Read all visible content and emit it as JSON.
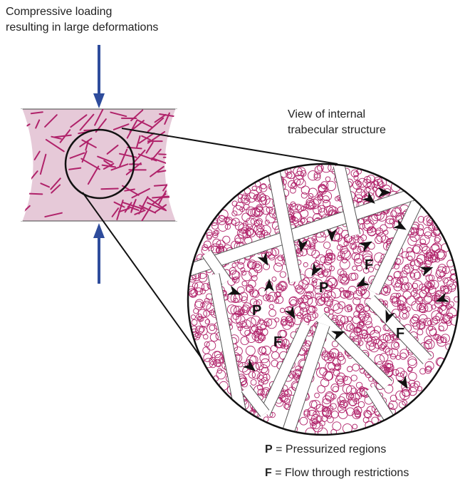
{
  "loading_caption": {
    "line1": "Compressive loading",
    "line2": "resulting in large deformations"
  },
  "view_caption": {
    "line1": "View of internal",
    "line2": "trabecular structure"
  },
  "region_labels": {
    "pressurized": "P",
    "flow": "F"
  },
  "legend": {
    "p_key": "P",
    "p_text": "= Pressurized regions",
    "f_key": "F",
    "f_text": "= Flow through restrictions"
  },
  "colors": {
    "specimen_fill": "#e6c9d8",
    "fibre": "#b0226a",
    "arrow": "#2e4c9c",
    "outline": "#111111"
  }
}
